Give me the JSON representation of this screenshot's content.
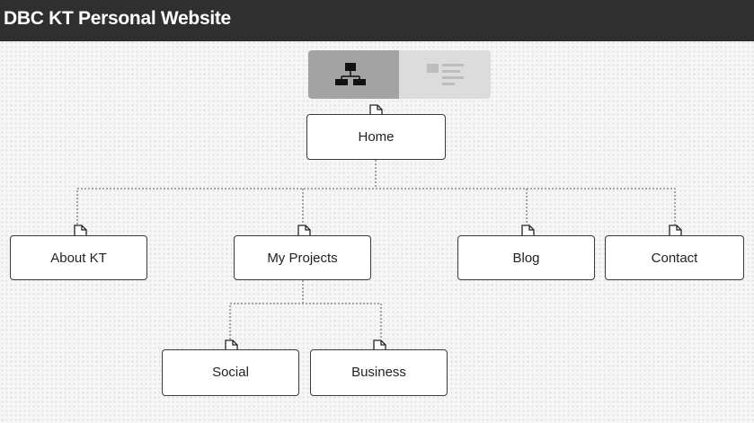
{
  "header": {
    "title": "DBC KT Personal Website"
  },
  "view_toggle": {
    "selected": "sitemap",
    "options": [
      {
        "id": "sitemap",
        "icon": "sitemap-icon",
        "active": true
      },
      {
        "id": "list",
        "icon": "list-view-icon",
        "active": false
      }
    ]
  },
  "sitemap": {
    "root": {
      "label": "Home"
    },
    "level1": [
      {
        "label": "About KT"
      },
      {
        "label": "My Projects"
      },
      {
        "label": "Blog"
      },
      {
        "label": "Contact"
      }
    ],
    "level2": [
      {
        "label": "Social",
        "parent": "My Projects"
      },
      {
        "label": "Business",
        "parent": "My Projects"
      }
    ]
  },
  "colors": {
    "header_bg": "#2f2f2f",
    "toggle_active": "#a3a3a3",
    "toggle_inactive": "#dcdcdc",
    "node_border": "#3a3a3a",
    "connector": "#8a8a8a"
  }
}
